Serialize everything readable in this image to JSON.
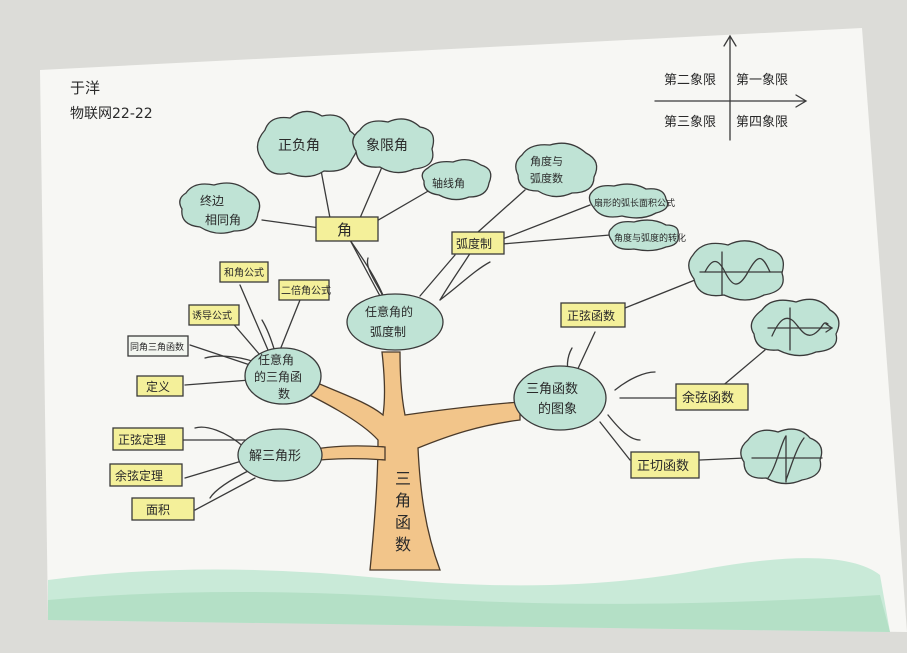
{
  "author": {
    "name": "于洋",
    "class": "物联网22-22"
  },
  "quadrants": {
    "q2": "第二象限",
    "q1": "第一象限",
    "q3": "第三象限",
    "q4": "第四象限"
  },
  "trunk": {
    "title_line1": "三",
    "title_line2": "角",
    "title_line3": "函",
    "title_line4": "数"
  },
  "angle": {
    "label": "角",
    "leaves": [
      "正负角",
      "象限角",
      "轴线角",
      "终边\n相同角"
    ]
  },
  "radian": {
    "label": "弧度制",
    "leaves": [
      "角度与\n弧度数",
      "扇形的弧长面积公式",
      "角度与弧度的转化"
    ]
  },
  "arbitrary": {
    "line1": "任意角的",
    "line2": "弧度制"
  },
  "trig_any": {
    "line1": "任意角",
    "line2": "的三角函",
    "line3": "数",
    "leaves": [
      "和角公式",
      "二倍角公式",
      "诱导公式",
      "同角三角函数",
      "定义"
    ]
  },
  "solve": {
    "label": "解三角形",
    "leaves": [
      "正弦定理",
      "余弦定理",
      "面积"
    ]
  },
  "graphs": {
    "line1": "三角函数",
    "line2": "的图象",
    "leaves": [
      "正弦函数",
      "余弦函数",
      "正切函数"
    ]
  }
}
